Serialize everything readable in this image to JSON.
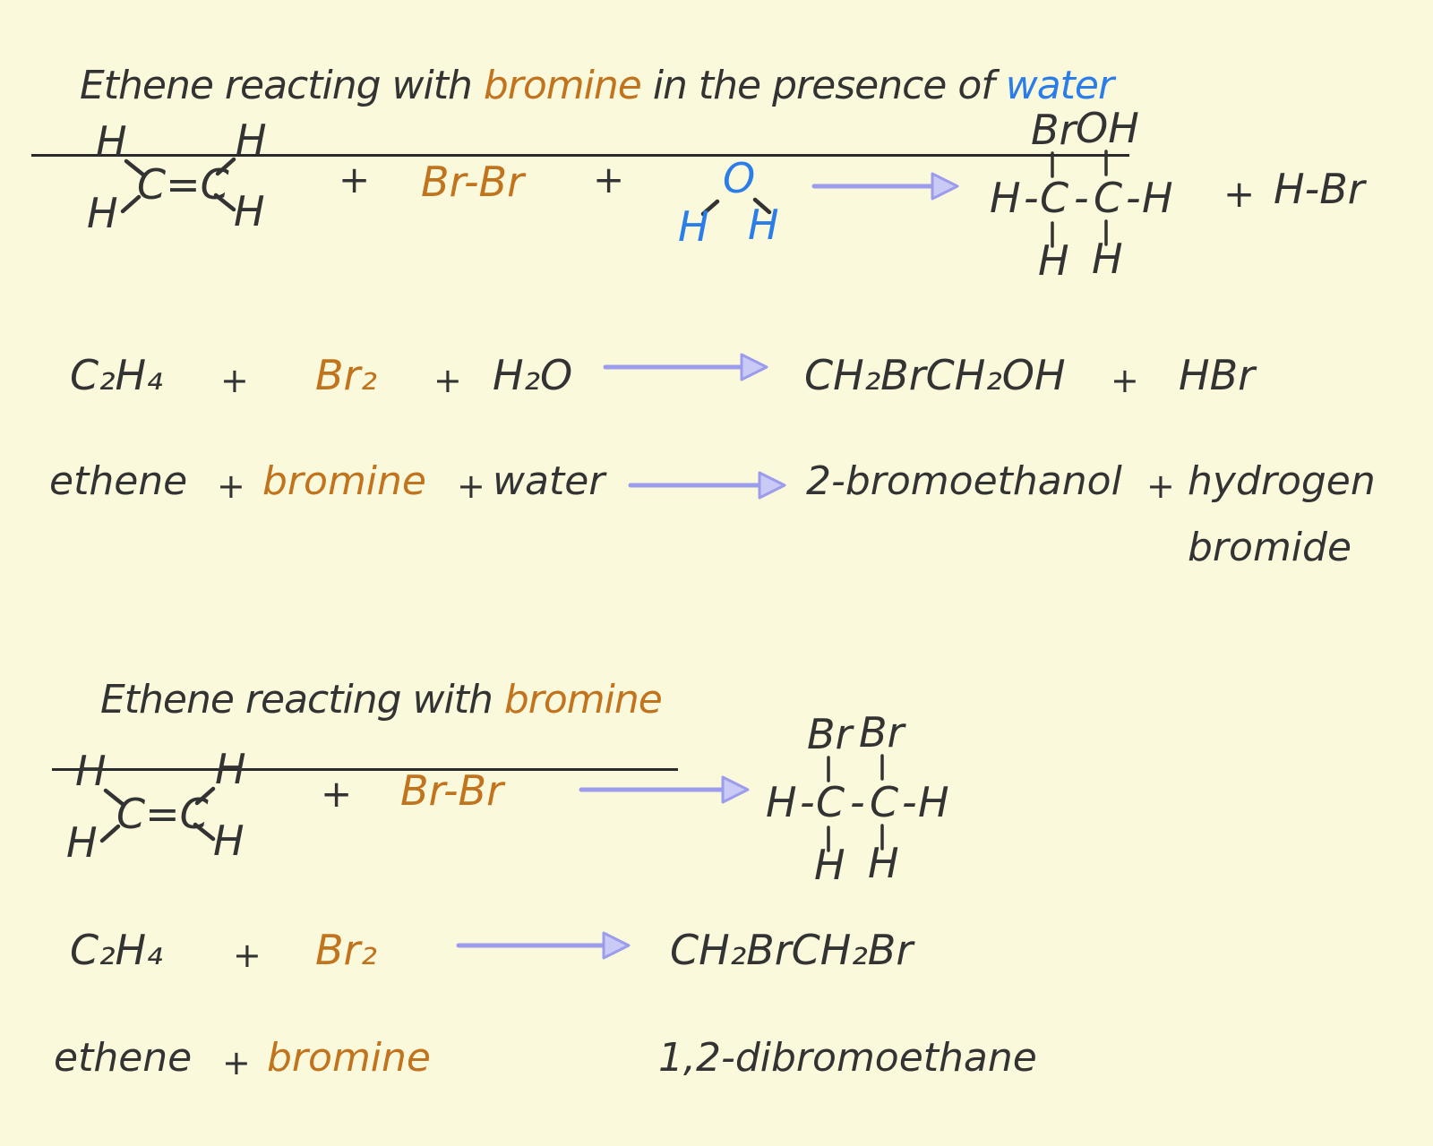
{
  "colors": {
    "background": "#fbf9dc",
    "ink": "#333333",
    "bromine_orange": "#c1731d",
    "water_blue": "#2b7de9",
    "arrow_purple": "#9c9ced"
  },
  "glyphs": {
    "H": "H",
    "C_double": "C=C",
    "O": "O",
    "Br": "Br",
    "OH": "OH",
    "dash": "-",
    "plus": "+"
  },
  "section1": {
    "title": {
      "text_before": "Ethene reacting with ",
      "highlight_orange": "bromine",
      "text_middle": " in the presence of ",
      "highlight_blue": "water"
    },
    "structural": {
      "bromine_molecule": "Br-Br",
      "hydrogen_bromide": "H-Br"
    },
    "symbol_equation": {
      "ethene": "C₂H₄",
      "bromine": "Br₂",
      "water": "H₂O",
      "product1": "CH₂BrCH₂OH",
      "product2": "HBr"
    },
    "word_equation": {
      "ethene": "ethene",
      "bromine": "bromine",
      "water": "water",
      "product1": "2-bromoethanol",
      "product2_line1": "hydrogen",
      "product2_line2": "bromide"
    }
  },
  "section2": {
    "title": {
      "text_before": "Ethene reacting with ",
      "highlight_orange": "bromine"
    },
    "structural": {
      "bromine_molecule": "Br-Br"
    },
    "symbol_equation": {
      "ethene": "C₂H₄",
      "bromine": "Br₂",
      "product1": "CH₂BrCH₂Br"
    },
    "word_equation": {
      "ethene": "ethene",
      "bromine": "bromine",
      "product1": "1,2-dibromoethane"
    }
  }
}
